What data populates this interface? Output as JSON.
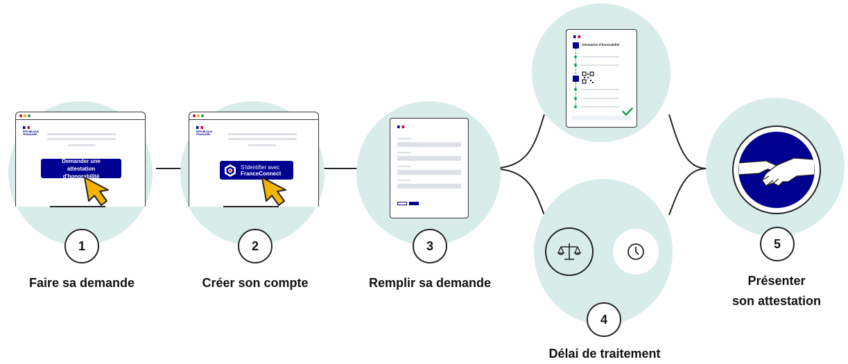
{
  "steps": [
    {
      "number": "1",
      "label": "Faire sa demande",
      "button": "Demander une attestation d'honorabilité"
    },
    {
      "number": "2",
      "label": "Créer son compte",
      "button": "S'identifier avec FranceConnect",
      "button_line1": "S'identifier avec",
      "button_line2": "FranceConnect"
    },
    {
      "number": "3",
      "label": "Remplir sa demande"
    },
    {
      "number": "4",
      "label": "Délai de traitement",
      "icons": [
        "balance-scale-icon",
        "clock-icon"
      ]
    },
    {
      "number": "5",
      "label_line1": "Présenter",
      "label_line2": "son attestation",
      "icon": "handshake-icon"
    }
  ],
  "document": {
    "title": "Attestation d'honorabilité"
  },
  "mini_site": {
    "line1": "RÉPUBLIQUE",
    "line2": "FRANÇAISE"
  },
  "colors": {
    "circle": "#d8ecea",
    "blue": "#000091",
    "cursor": "#f5b400",
    "check": "#18a058"
  }
}
